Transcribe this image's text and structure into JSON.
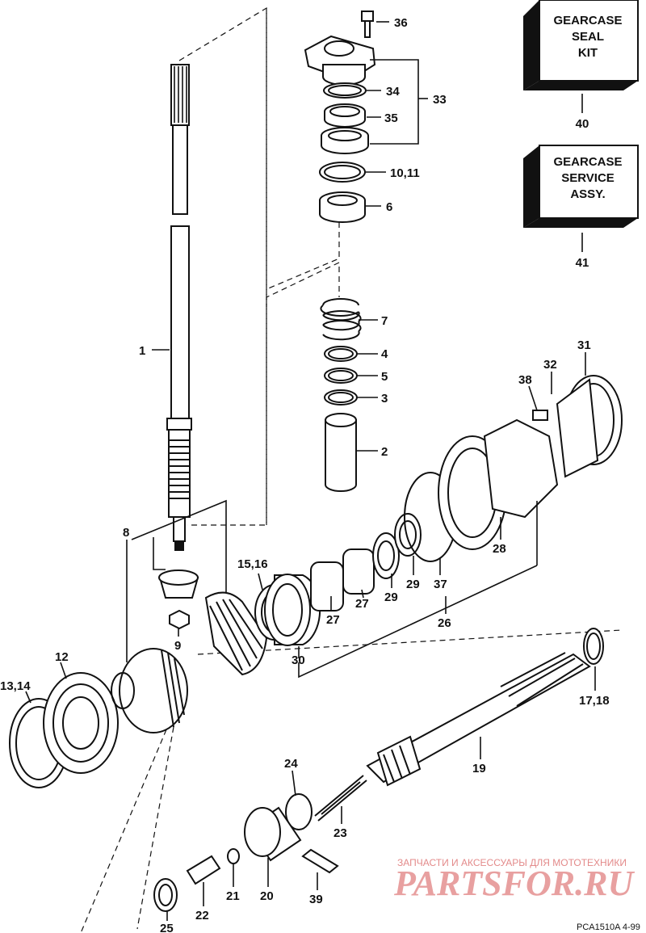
{
  "kits": {
    "seal_kit": {
      "lines": [
        "GEARCASE",
        "SEAL",
        "KIT"
      ],
      "number": "40"
    },
    "service_assy": {
      "lines": [
        "GEARCASE",
        "SERVICE",
        "ASSY."
      ],
      "number": "41"
    }
  },
  "callouts": {
    "c1": "1",
    "c2": "2",
    "c3": "3",
    "c4": "4",
    "c5": "5",
    "c6": "6",
    "c7": "7",
    "c8": "8",
    "c9": "9",
    "c10_11": "10,11",
    "c12": "12",
    "c13_14": "13,14",
    "c15_16": "15,16",
    "c17_18": "17,18",
    "c19": "19",
    "c20": "20",
    "c21": "21",
    "c22": "22",
    "c23": "23",
    "c24": "24",
    "c25": "25",
    "c26": "26",
    "c27a": "27",
    "c27b": "27",
    "c28": "28",
    "c29a": "29",
    "c29b": "29",
    "c30": "30",
    "c31": "31",
    "c32": "32",
    "c33": "33",
    "c34": "34",
    "c35": "35",
    "c36": "36",
    "c37": "37",
    "c38": "38",
    "c39": "39"
  },
  "watermark": {
    "line1": "ЗАПЧАСТИ И АКСЕССУАРЫ ДЛЯ МОТОТЕХНИКИ",
    "line2": "PARTSFOR.RU"
  },
  "figure_code": "PCA1510A  4-99"
}
